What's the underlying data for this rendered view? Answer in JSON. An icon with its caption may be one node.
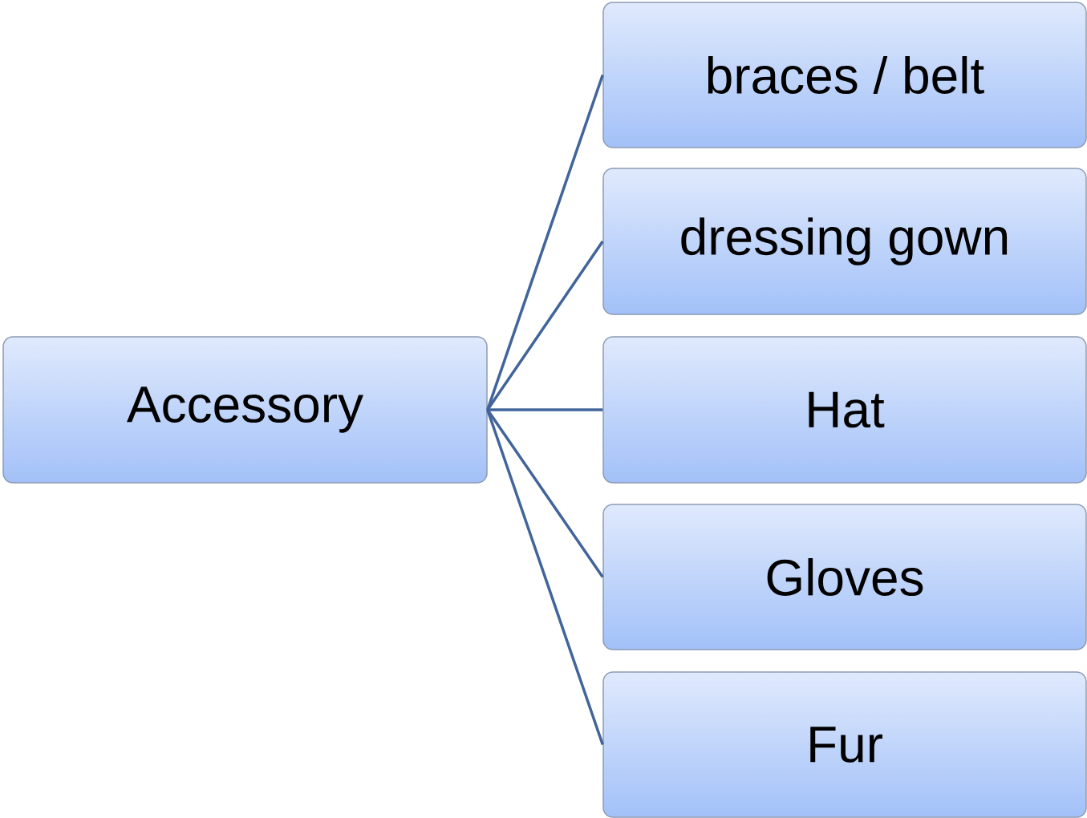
{
  "diagram": {
    "nodes": [
      {
        "text": [
          "Accessory"
        ]
      },
      {
        "text": [
          "braces / belt"
        ]
      },
      {
        "text": [
          "dressing gown"
        ]
      },
      {
        "text": [
          "Hat"
        ]
      },
      {
        "text": [
          "Gloves"
        ]
      },
      {
        "text": [
          "Fur"
        ]
      }
    ],
    "edges": [
      {
        "from": 0,
        "to": 1,
        "arrow": "none"
      },
      {
        "from": 0,
        "to": 2,
        "arrow": "none"
      },
      {
        "from": 0,
        "to": 3,
        "arrow": "none"
      },
      {
        "from": 0,
        "to": 4,
        "arrow": "none"
      },
      {
        "from": 0,
        "to": 5,
        "arrow": "none"
      }
    ]
  }
}
